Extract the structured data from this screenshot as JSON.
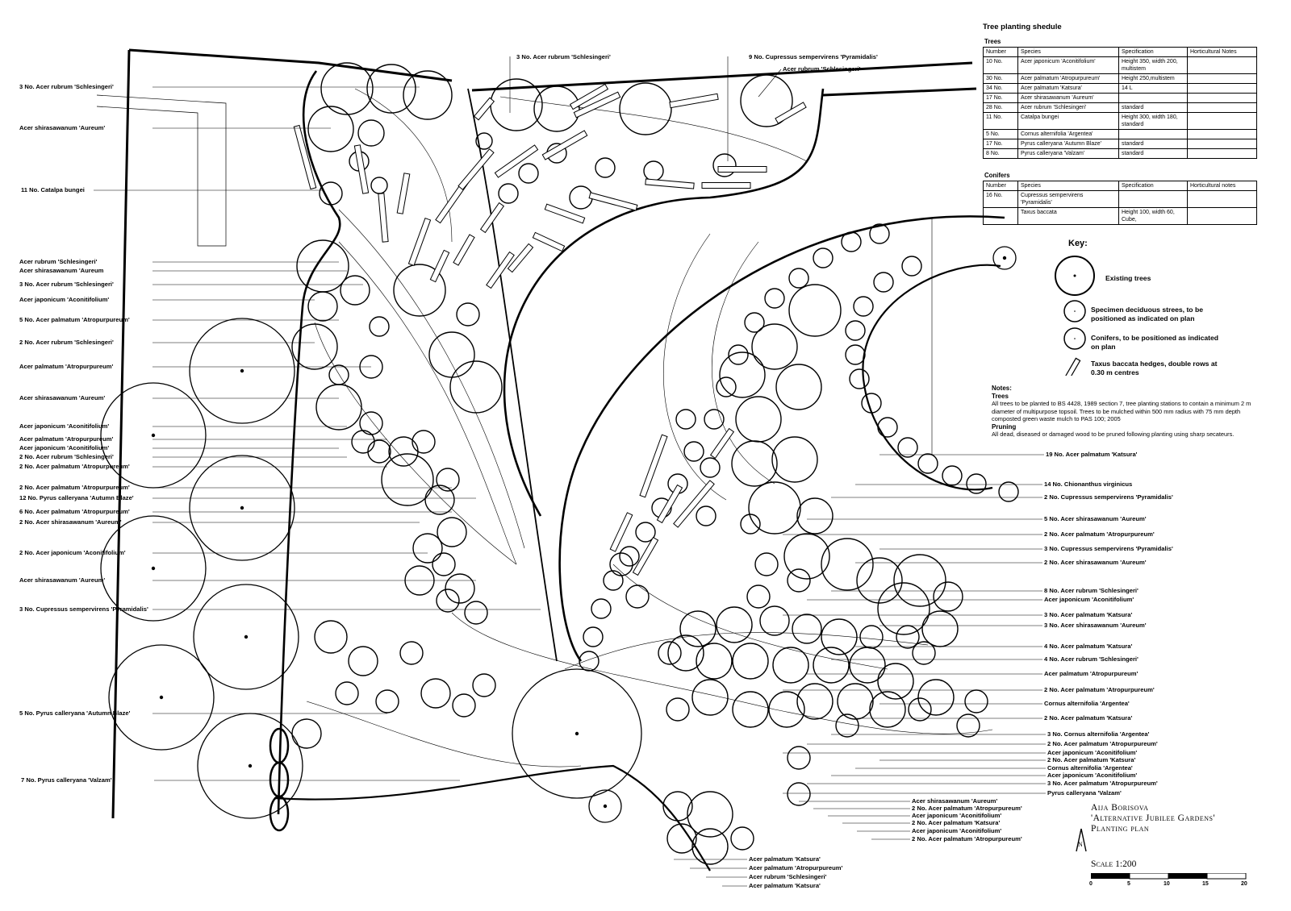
{
  "schedule": {
    "title": "Tree planting shedule",
    "trees_heading": "Trees",
    "trees_columns": [
      "Number",
      "Species",
      "Specification",
      "Horticultural Notes"
    ],
    "trees_rows": [
      [
        "10 No.",
        "Acer japonicum 'Aconitifolium'",
        "Height 350, width 200, multistem",
        ""
      ],
      [
        "30 No.",
        "Acer palmatum 'Atropurpureum'",
        "Height 250,multistem",
        ""
      ],
      [
        "34 No.",
        "Acer palmatum 'Katsura'",
        "14 L",
        ""
      ],
      [
        "17 No.",
        "Acer shirasawanum 'Aureum'",
        "",
        ""
      ],
      [
        "28 No.",
        "Acer rubrum 'Schlesingeri'",
        "standard",
        ""
      ],
      [
        "11 No.",
        "Catalpa bungei",
        "Height 300, width 180, standard",
        ""
      ],
      [
        "5 No.",
        "Cornus alternifolia 'Argentea'",
        "",
        ""
      ],
      [
        "17 No.",
        "Pyrus calleryana 'Autumn Blaze'",
        "standard",
        ""
      ],
      [
        "8 No.",
        "Pyrus calleryana 'Valzam'",
        "standard",
        ""
      ]
    ],
    "conifers_heading": "Conifers",
    "conifers_columns": [
      "Number",
      "Species",
      "Specification",
      "Horticultural notes"
    ],
    "conifers_rows": [
      [
        "16 No.",
        "Cupressus sempervirens 'Pyramidalis'",
        "",
        ""
      ],
      [
        "",
        "Taxus baccata",
        "Height 100, width 60, Cube,",
        ""
      ]
    ]
  },
  "key": {
    "title": "Key:",
    "items": [
      "Existing trees",
      "Specimen deciduous strees, to be positioned as indicated on plan",
      "Conifers, to be positioned as indicated on plan",
      "Taxus baccata hedges, double rows at 0.30 m centres"
    ]
  },
  "notes": {
    "heading": "Notes:",
    "trees_heading": "Trees",
    "trees_text": "All trees to be planted to BS 4428, 1989 section 7, tree planting stations to contain a minimum 2 m diameter of multipurpose topsoil. Trees to be mulched within 500 mm radius with 75 mm depth composted green waste mulch to PAS 100; 2005",
    "pruning_heading": "Pruning",
    "pruning_text": "All dead, diseased or damaged wood to be pruned following planting using sharp secateurs."
  },
  "title_block": {
    "author": "Aija Borisova",
    "project": "'Alternative Jubilee Gardens'",
    "drawing": "Planting plan",
    "scale": "Scale 1:200",
    "scale_ticks": [
      "0",
      "5",
      "10",
      "15",
      "20"
    ],
    "north": "N"
  },
  "labels_left": [
    "3 No. Acer rubrum 'Schlesingeri'",
    "Acer shirasawanum 'Aureum'",
    "11 No. Catalpa bungei",
    "Acer rubrum 'Schlesingeri'",
    "Acer shirasawanum 'Aureum",
    "3 No. Acer rubrum 'Schlesingeri'",
    "Acer japonicum 'Aconitifolium'",
    "5 No. Acer palmatum 'Atropurpureum'",
    "2 No. Acer rubrum 'Schlesingeri'",
    "Acer palmatum 'Atropurpureum'",
    "Acer shirasawanum 'Aureum'",
    "Acer japonicum 'Aconitifolium'",
    "Acer palmatum 'Atropurpureum'",
    "Acer japonicum 'Aconitifolium'",
    "2 No. Acer rubrum 'Schlesingeri'",
    "2 No. Acer palmatum 'Atropurpureum'",
    "2 No. Acer palmatum 'Atropurpureum'",
    "12 No. Pyrus calleryana 'Autumn Blaze'",
    "6 No. Acer palmatum 'Atropurpureum'",
    "2 No. Acer shirasawanum 'Aureum'",
    "2 No. Acer japonicum 'Aconitifolium'",
    "Acer shirasawanum 'Aureum'",
    "3 No. Cupressus sempervirens 'Pyramidalis'",
    "5 No. Pyrus calleryana 'Autumn Blaze'",
    "7 No. Pyrus calleryana 'Valzam'"
  ],
  "labels_top": [
    "3 No. Acer rubrum 'Schlesingeri'",
    "9 No. Cupressus sempervirens 'Pyramidalis'",
    "Acer rubrum 'Schlesingeri'"
  ],
  "labels_right": [
    "19 No. Acer palmatum 'Katsura'",
    "14 No. Chionanthus virginicus",
    "2 No. Cupressus sempervirens 'Pyramidalis'",
    "5 No. Acer shirasawanum 'Aureum'",
    "2 No. Acer palmatum 'Atropurpureum'",
    "3 No. Cupressus sempervirens 'Pyramidalis'",
    "2 No. Acer shirasawanum 'Aureum'",
    "8 No. Acer rubrum 'Schlesingeri'",
    "Acer japonicum 'Aconitifolium'",
    "3 No. Acer palmatum 'Katsura'",
    "3 No. Acer shirasawanum 'Aureum'",
    "4 No. Acer palmatum 'Katsura'",
    "4 No. Acer rubrum 'Schlesingeri'",
    "Acer palmatum 'Atropurpureum'",
    "2 No. Acer palmatum 'Atropurpureum'",
    "Cornus alternifolia 'Argentea'",
    "2 No. Acer palmatum 'Katsura'",
    "3 No. Cornus alternifolia 'Argentea'",
    "2 No. Acer palmatum 'Atropurpureum'",
    "Acer japonicum 'Aconitifolium'",
    "2 No. Acer palmatum 'Katsura'",
    "Cornus alternifolia 'Argentea'",
    "Acer japonicum 'Aconitifolium'",
    "3 No. Acer palmatum 'Atropurpureum'",
    "Pyrus calleryana 'Valzam'"
  ],
  "labels_bottom_mid": [
    "Acer shirasawanum 'Aureum'",
    "2 No. Acer palmatum 'Atropurpureum'",
    "Acer japonicum 'Aconitifolium'",
    "2 No. Acer palmatum 'Katsura'",
    "Acer japonicum 'Aconitifolium'",
    "2 No. Acer palmatum 'Atropurpureum'"
  ],
  "labels_bottom": [
    "Acer palmatum 'Katsura'",
    "Acer palmatum 'Atropurpureum'",
    "Acer rubrum 'Schlesingeri'",
    "Acer palmatum 'Katsura'"
  ]
}
